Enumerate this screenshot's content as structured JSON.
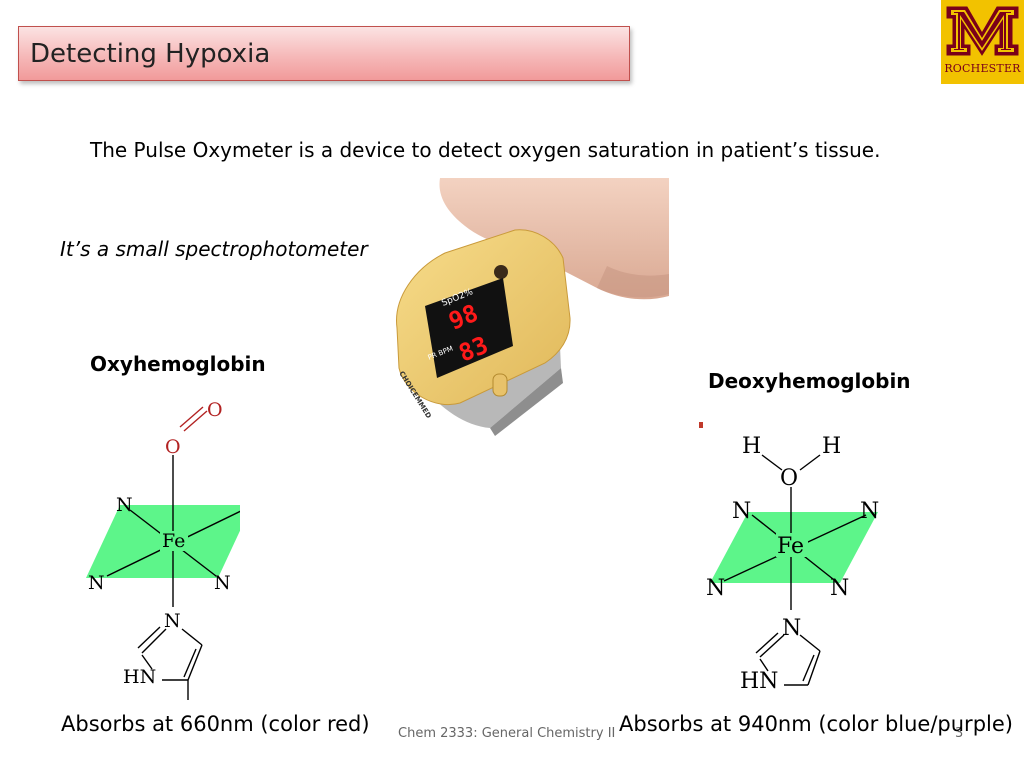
{
  "title": "Detecting Hypoxia",
  "logo": {
    "text": "ROCHESTER",
    "m": "M"
  },
  "intro": "The Pulse Oxymeter is a device to detect oxygen saturation in patient’s tissue.",
  "subtitle": "It’s a small spectrophotometer",
  "oxy": {
    "label": "Oxyhemoglobin",
    "top_o": "O",
    "bound_o": "O",
    "fe": "Fe",
    "n": "N",
    "hn": "HN",
    "absorb": "Absorbs at 660nm (color red)"
  },
  "deoxy": {
    "label": "Deoxyhemoglobin",
    "h": "H",
    "o": "O",
    "fe": "Fe",
    "n": "N",
    "hn": "HN",
    "absorb": "Absorbs at 940nm (color blue/purple)"
  },
  "oximeter": {
    "spo2": "SpO2%",
    "reading1": "98",
    "reading2": "83",
    "pr": "PR BPM",
    "brand": "CHOICEMMED"
  },
  "footer": "Chem 2333: General Chemistry II",
  "page_number": "3",
  "colors": {
    "title_border": "#c0504d",
    "logo_bg": "#f2c200",
    "logo_maroon": "#7a0019",
    "plane": "#5df58a",
    "oxygen_red": "#b22222",
    "led_red": "#ff1a1a"
  }
}
